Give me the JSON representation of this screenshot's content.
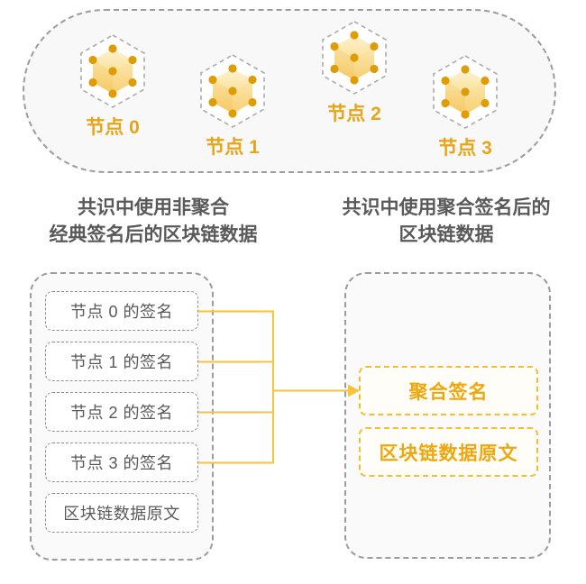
{
  "colors": {
    "accent_gold": "#faad14",
    "connector_gold": "#fbc23c",
    "gold_box_border": "#f8bc30",
    "gold_text": "#f0a70d",
    "node_label_gold": "#e9a415",
    "gray_border": "#9c9c9c",
    "gray_text": "#595959",
    "panel_bg": "#f8f8f8"
  },
  "icons": {
    "node_icon": "hexagon-cube-node",
    "arrow_icon": "arrow-right"
  },
  "cluster": {
    "nodes": [
      {
        "label": "节点 0"
      },
      {
        "label": "节点 1"
      },
      {
        "label": "节点 2"
      },
      {
        "label": "节点 3"
      }
    ]
  },
  "left_panel": {
    "heading_line1": "共识中使用非聚合",
    "heading_line2": "经典签名后的区块链数据",
    "items": [
      {
        "label": "节点 0 的签名"
      },
      {
        "label": "节点 1 的签名"
      },
      {
        "label": "节点 2 的签名"
      },
      {
        "label": "节点 3 的签名"
      },
      {
        "label": "区块链数据原文"
      }
    ]
  },
  "right_panel": {
    "heading_line1": "共识中使用聚合签名后的",
    "heading_line2": "区块链数据",
    "items": [
      {
        "label": "聚合签名"
      },
      {
        "label": "区块链数据原文"
      }
    ]
  }
}
